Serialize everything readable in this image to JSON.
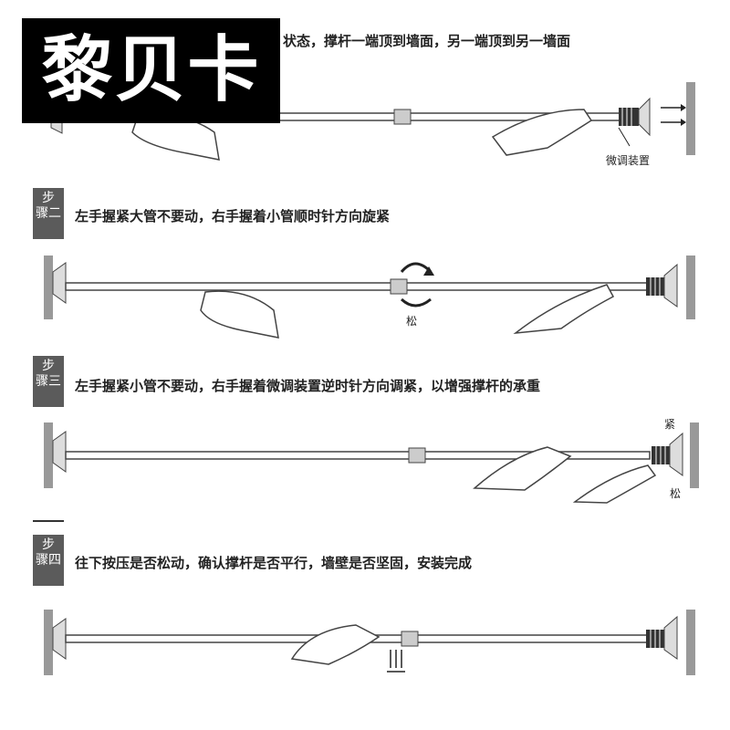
{
  "brand": {
    "name": "黎贝卡"
  },
  "steps": [
    {
      "badge_line1": "",
      "badge_line2": "",
      "text": "状态，撑杆一端顶到墙面，另一端顶到另一墙面",
      "annotation": "微调装置"
    },
    {
      "badge_line1": "步",
      "badge_line2": "骤二",
      "text": "左手握紧大管不要动，右手握着小管顺时针方向旋紧",
      "annotation": "松"
    },
    {
      "badge_line1": "步",
      "badge_line2": "骤三",
      "text": "左手握紧小管不要动，右手握着微调装置逆时针方向调紧，以增强撑杆的承重",
      "annotation_top": "紧",
      "annotation_bottom": "松"
    },
    {
      "badge_line1": "步",
      "badge_line2": "骤四",
      "text": "往下按压是否松动，确认撑杆是否平行，墙壁是否坚固，安装完成"
    }
  ]
}
